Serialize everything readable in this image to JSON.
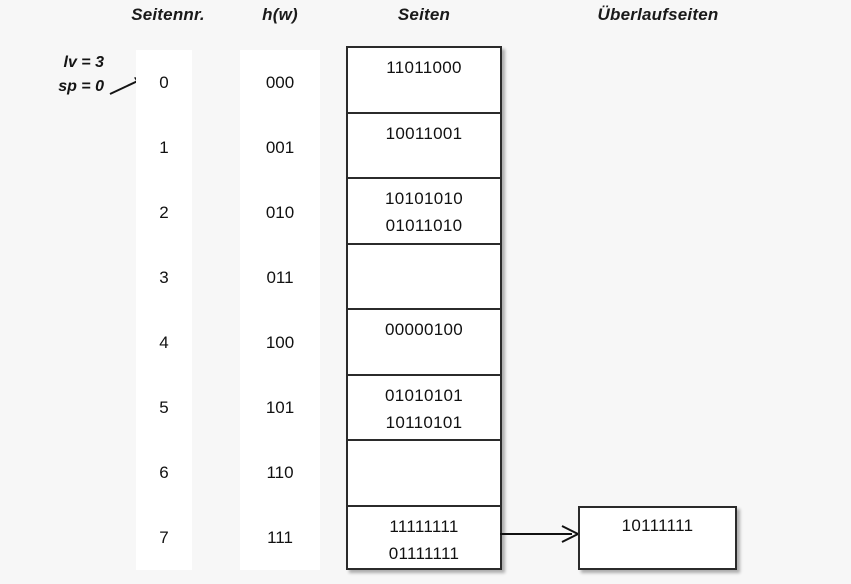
{
  "headers": {
    "seitennr": "Seitennr.",
    "hw": "h(w)",
    "seiten": "Seiten",
    "ueberlaufseiten": "Überlaufseiten"
  },
  "parameters": {
    "lv": "lv = 3",
    "sp": "sp = 0",
    "pointer_icon": "arrow-up-right-icon"
  },
  "colors": {
    "background": "#f7f7f7",
    "strip": "#ffffff",
    "box_border": "#2b2b2b",
    "text": "#111111"
  },
  "rows": [
    {
      "seitennr": "0",
      "hw": "000",
      "records": [
        "11011000"
      ]
    },
    {
      "seitennr": "1",
      "hw": "001",
      "records": [
        "10011001"
      ]
    },
    {
      "seitennr": "2",
      "hw": "010",
      "records": [
        "10101010",
        "01011010"
      ]
    },
    {
      "seitennr": "3",
      "hw": "011",
      "records": []
    },
    {
      "seitennr": "4",
      "hw": "100",
      "records": [
        "00000100"
      ]
    },
    {
      "seitennr": "5",
      "hw": "101",
      "records": [
        "01010101",
        "10110101"
      ]
    },
    {
      "seitennr": "6",
      "hw": "110",
      "records": []
    },
    {
      "seitennr": "7",
      "hw": "111",
      "records": [
        "11111111",
        "01111111"
      ]
    }
  ],
  "overflow": {
    "from_row_index": 7,
    "records": [
      "10111111"
    ],
    "arrow_icon": "arrow-right-icon"
  }
}
